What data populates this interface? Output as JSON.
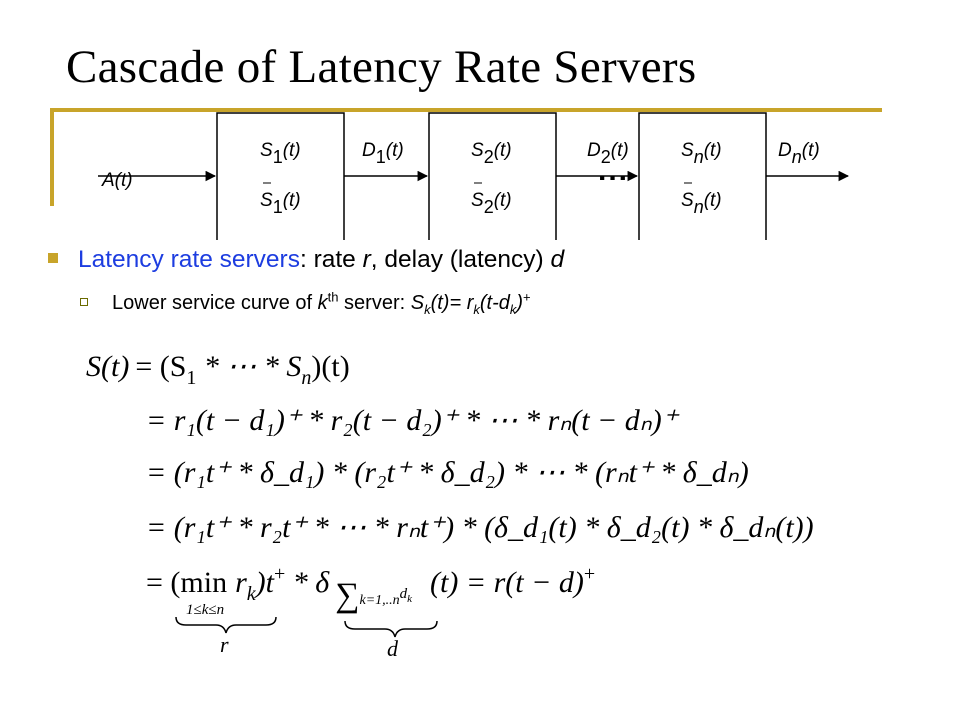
{
  "title": "Cascade of Latency Rate Servers",
  "diagram": {
    "input_label": "A(t)",
    "servers": [
      {
        "upper": {
          "base": "S",
          "sub": "1",
          "arg": "(t)"
        },
        "lower": {
          "base": "S",
          "sub": "1",
          "arg": "(t)"
        },
        "output": {
          "base": "D",
          "sub": "1",
          "arg": "(t)"
        }
      },
      {
        "upper": {
          "base": "S",
          "sub": "2",
          "arg": "(t)"
        },
        "lower": {
          "base": "S",
          "sub": "2",
          "arg": "(t)"
        },
        "output": {
          "base": "D",
          "sub": "2",
          "arg": "(t)"
        }
      },
      {
        "upper": {
          "base": "S",
          "sub": "n",
          "arg": "(t)"
        },
        "lower": {
          "base": "S",
          "sub": "n",
          "arg": "(t)"
        },
        "output": {
          "base": "D",
          "sub": "n",
          "arg": "(t)"
        }
      }
    ],
    "ellipsis": "..."
  },
  "bullets": {
    "main": {
      "highlight": "Latency rate servers",
      "rest_prefix": ": rate ",
      "r": "r",
      "mid": ", delay (latency) ",
      "d": "d"
    },
    "sub": {
      "prefix": "Lower service curve of ",
      "k": "k",
      "th": "th",
      "middle": " server: ",
      "S": "S",
      "k2": "k",
      "eq": "(t)= ",
      "r": "r",
      "k3": "k",
      "paren": "(t-d",
      "k4": "k",
      "close": ")",
      "plus": "+"
    }
  },
  "equations": {
    "line1": {
      "lhs": "S(t)",
      "eq": "= (S",
      "s1": "1",
      "conv": " * ⋯ * S",
      "sn": "n",
      "end": ")(t)"
    },
    "line2": {
      "text": "= r₁(t − d₁)⁺ * r₂(t − d₂)⁺ * ⋯ * rₙ(t − dₙ)⁺"
    },
    "line3": {
      "text": "= (r₁t⁺ * δ_d₁) * (r₂t⁺ * δ_d₂) * ⋯ * (rₙt⁺ * δ_dₙ)"
    },
    "line4": {
      "text": "= (r₁t⁺ * r₂t⁺ * ⋯ * rₙt⁺) * (δ_d₁(t) * δ_d₂(t) * δ_dₙ(t))"
    },
    "line5": {
      "eq": "= (min",
      "rk": "r",
      "k": "k",
      "tplus": ")t",
      "plus": "+",
      "conv": " * δ",
      "sum_sym": "∑",
      "sum_sub": "k=1,..n",
      "sum_d": "d",
      "sum_dk": "k",
      "rest": "(t) = r(t − d)",
      "rest_plus": "+",
      "min_sub": "1≤k≤n",
      "brace1_label": "r",
      "brace2_label": "d"
    }
  }
}
